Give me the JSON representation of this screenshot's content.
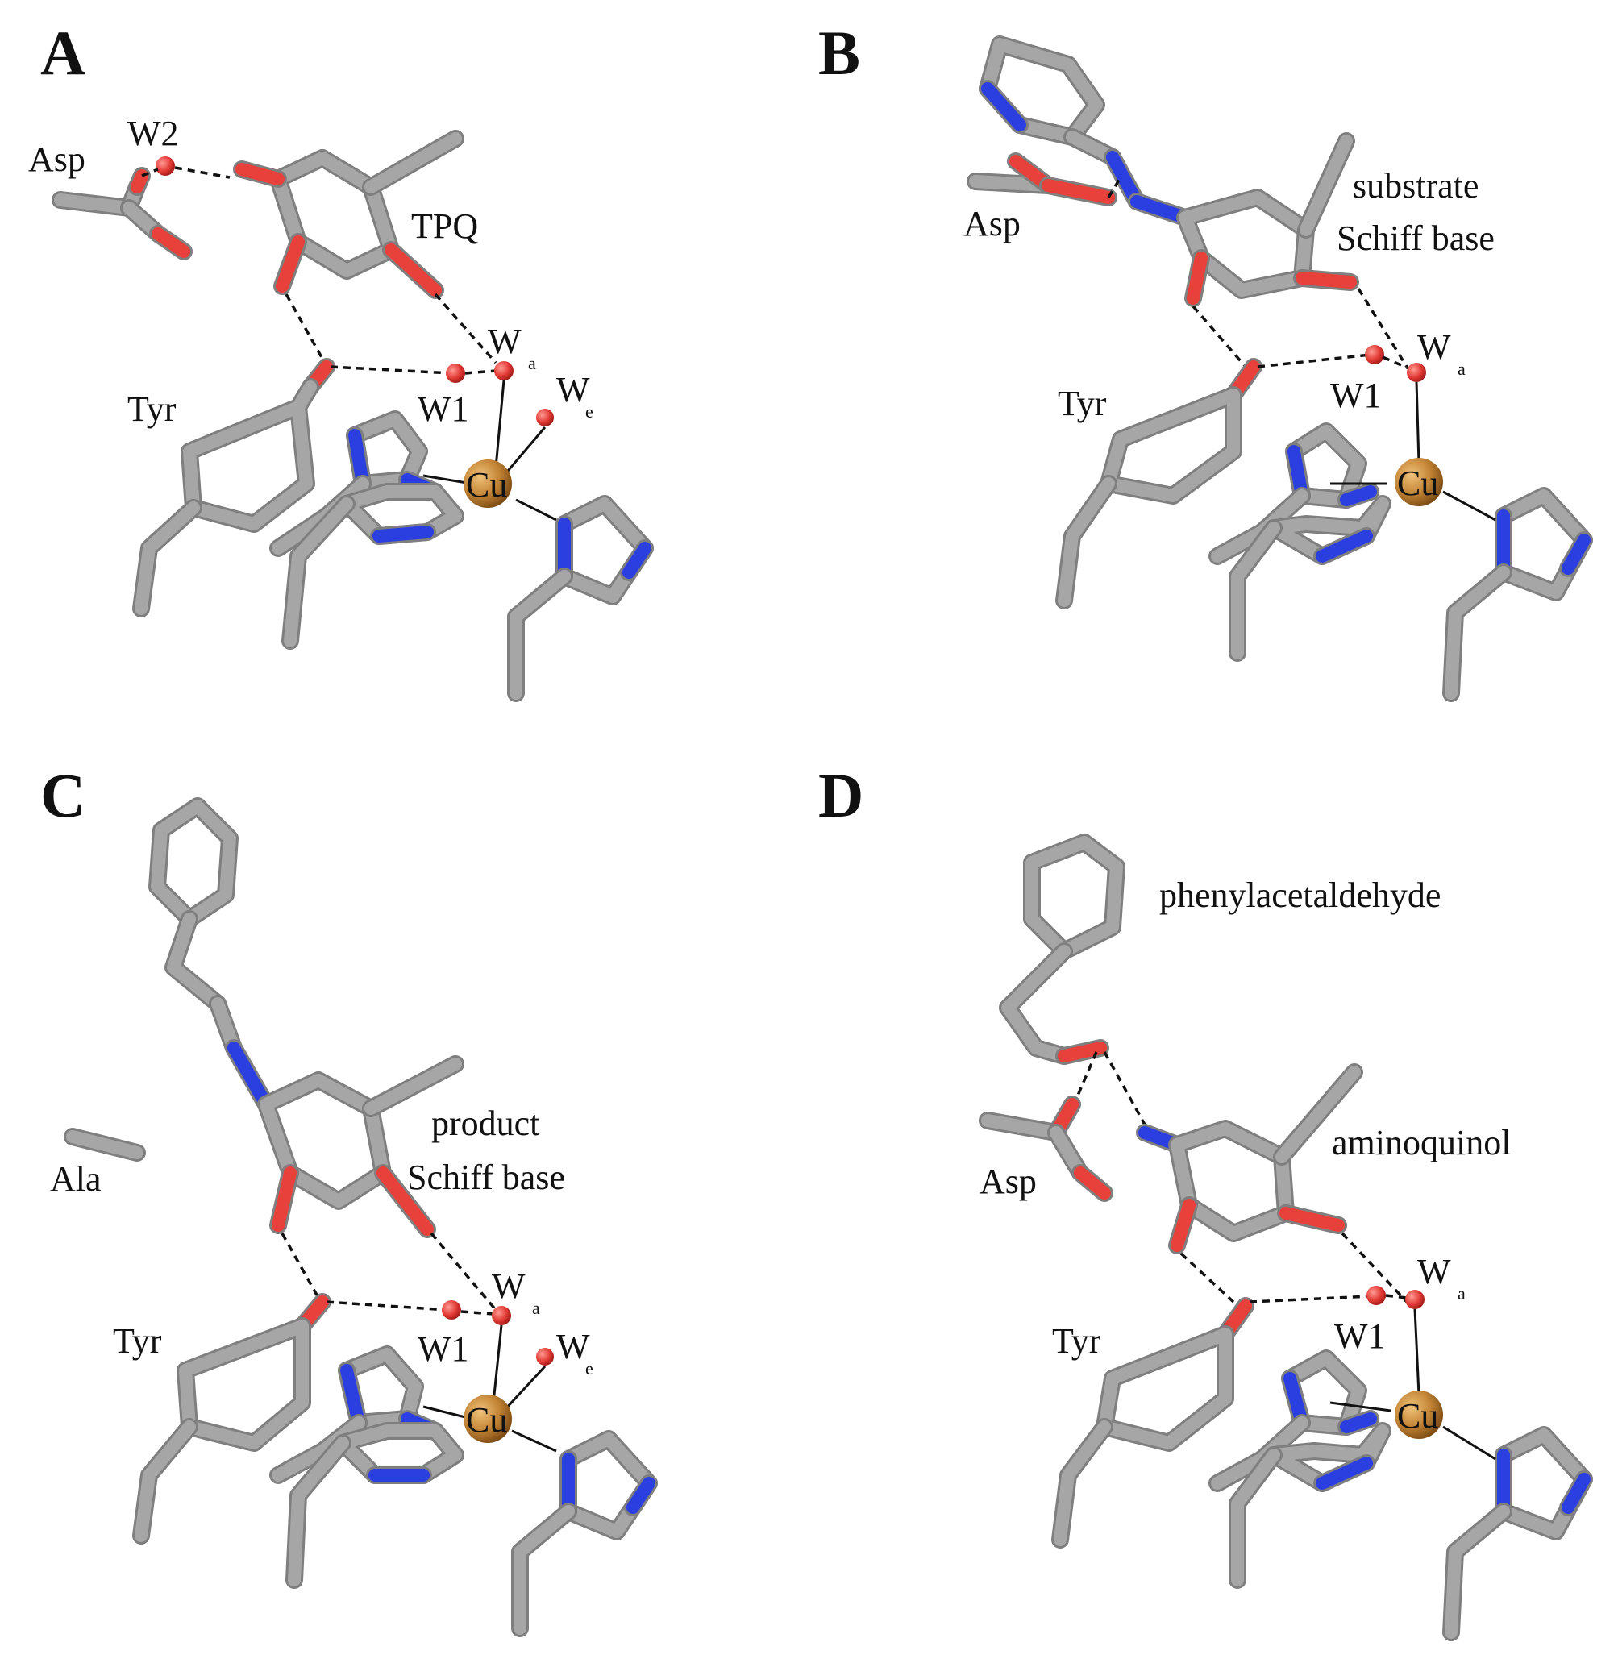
{
  "figure": {
    "colors": {
      "carbon": "#a6a6a6",
      "carbon_edge": "#7f7f7f",
      "nitrogen": "#2b3fe0",
      "oxygen": "#e8403a",
      "water": "#e23a35",
      "copper": "#b87a2e",
      "bond": "#111111"
    },
    "panels": {
      "A": {
        "letter": "A",
        "asp": "Asp",
        "w2": "W2",
        "tpq": "TPQ",
        "tyr": "Tyr",
        "w": "W",
        "wa_sub": "a",
        "we_sub": "e",
        "w1": "W1",
        "cu": "Cu"
      },
      "B": {
        "letter": "B",
        "asp": "Asp",
        "ligand_line1": "substrate",
        "ligand_line2": "Schiff base",
        "tyr": "Tyr",
        "w": "W",
        "wa_sub": "a",
        "w1": "W1",
        "cu": "Cu"
      },
      "C": {
        "letter": "C",
        "ala": "Ala",
        "ligand_line1": "product",
        "ligand_line2": "Schiff base",
        "tyr": "Tyr",
        "w": "W",
        "wa_sub": "a",
        "we_sub": "e",
        "w1": "W1",
        "cu": "Cu"
      },
      "D": {
        "letter": "D",
        "aldehyde": "phenylacetaldehyde",
        "asp": "Asp",
        "quinol": "aminoquinol",
        "tyr": "Tyr",
        "w": "W",
        "wa_sub": "a",
        "w1": "W1",
        "cu": "Cu"
      }
    }
  }
}
